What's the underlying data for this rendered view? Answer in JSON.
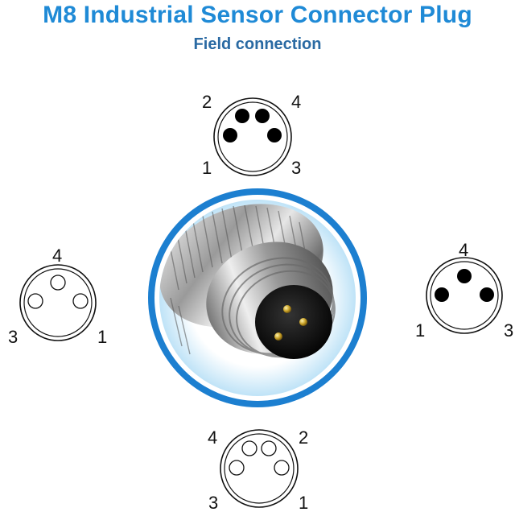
{
  "title": "M8 Industrial Sensor Connector Plug",
  "subtitle": "Field connection",
  "colors": {
    "title": "#1f8ad6",
    "subtitle": "#2a6aa3",
    "ring": "#1c7fd0",
    "pin_filled": "#000000",
    "pin_empty": "#ffffff"
  },
  "diagrams": [
    {
      "id": "top",
      "description_icon": "4-pin-connector-male-icon",
      "labels": {
        "top_left": "2",
        "top_right": "4",
        "bottom_left": "1",
        "bottom_right": "3"
      },
      "pins": "filled"
    },
    {
      "id": "left",
      "description_icon": "3-pin-connector-female-icon",
      "labels": {
        "top": "4",
        "bottom_left": "3",
        "bottom_right": "1"
      },
      "pins": "empty"
    },
    {
      "id": "right",
      "description_icon": "3-pin-connector-male-icon",
      "labels": {
        "top": "4",
        "bottom_left": "1",
        "bottom_right": "3"
      },
      "pins": "filled"
    },
    {
      "id": "bottom",
      "description_icon": "4-pin-connector-female-icon",
      "labels": {
        "top_left": "4",
        "top_right": "2",
        "bottom_left": "3",
        "bottom_right": "1"
      },
      "pins": "empty"
    }
  ],
  "photo": {
    "icon": "m8-connector-photo-icon"
  }
}
